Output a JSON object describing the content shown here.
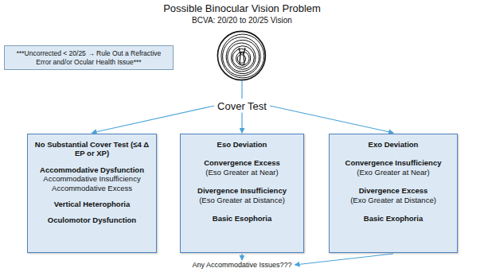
{
  "diagram": {
    "title": "Possible Binocular Vision Problem",
    "nodes": [
      {
        "text": [
          "***Uncorrected < 20/25 → Rule Out a Refractive Error and/or Ocular Health Issue***"
        ]
      },
      {
        "text": [
          "Cover Test"
        ]
      },
      {
        "text": [
          "No Substantial Cover Test (≤4 Δ EP or XP)",
          "Accommodative Dysfunction",
          "Accommodative Insufficiency",
          "Accommodative Excess",
          "Vertical Heterophoria",
          "Oculomotor Dysfunction"
        ]
      },
      {
        "text": [
          "Eso Deviation",
          "Convergence Excess",
          "(Eso Greater at Near)",
          "Divergence Insufficiency",
          "(Eso Greater at Distance)",
          "Basic Esophoria"
        ]
      },
      {
        "text": [
          "Exo Deviation",
          "Convergence Insufficiency",
          "(Exo Greater at Near)",
          "Divergence Excess",
          "(Exo Greater at Distance)",
          "Basic Exophoria"
        ]
      },
      {
        "text": [
          "Any Accommodative Issues???"
        ]
      }
    ],
    "edges": [
      {
        "from": 1,
        "to": 2,
        "arrow": "to"
      },
      {
        "from": 1,
        "to": 3,
        "arrow": "to"
      },
      {
        "from": 1,
        "to": 4,
        "arrow": "to"
      },
      {
        "from": 3,
        "to": 5,
        "arrow": "to"
      },
      {
        "from": 4,
        "to": 5,
        "arrow": "to"
      }
    ],
    "labels": [
      "BCVA: 20/20 to 20/25 Vision"
    ]
  }
}
